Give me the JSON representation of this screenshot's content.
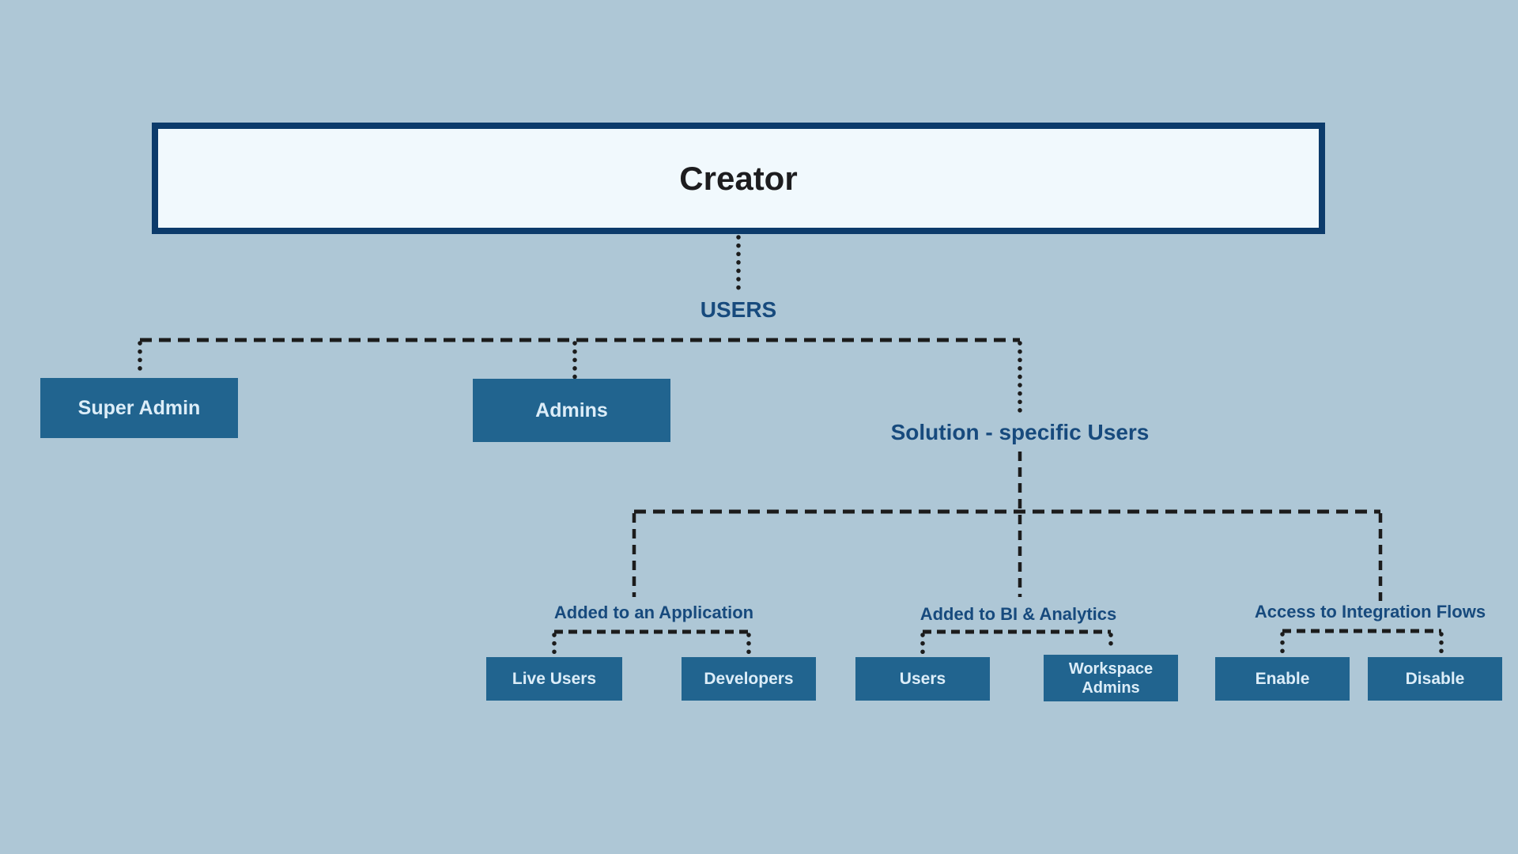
{
  "palette": {
    "background": "#aec7d6",
    "node_fill": "#21648f",
    "node_text": "#dcedf8",
    "creator_fill": "#f1f9fd",
    "creator_border": "#0c3b6b",
    "creator_text": "#1d1d1f",
    "label_text": "#174a7d",
    "connector": "#1c1c1c"
  },
  "diagram": {
    "root_label": "Creator",
    "users_label": "USERS",
    "level1": [
      {
        "label": "Super Admin"
      },
      {
        "label": "Admins"
      },
      {
        "label": "Solution - specific Users"
      }
    ],
    "groups": [
      {
        "label": "Added to an Application",
        "children": [
          {
            "label": "Live Users"
          },
          {
            "label": "Developers"
          }
        ]
      },
      {
        "label": "Added to BI & Analytics",
        "children": [
          {
            "label": "Users"
          },
          {
            "label": "Workspace Admins"
          }
        ]
      },
      {
        "label": "Access to Integration Flows",
        "children": [
          {
            "label": "Enable"
          },
          {
            "label": "Disable"
          }
        ]
      }
    ]
  }
}
